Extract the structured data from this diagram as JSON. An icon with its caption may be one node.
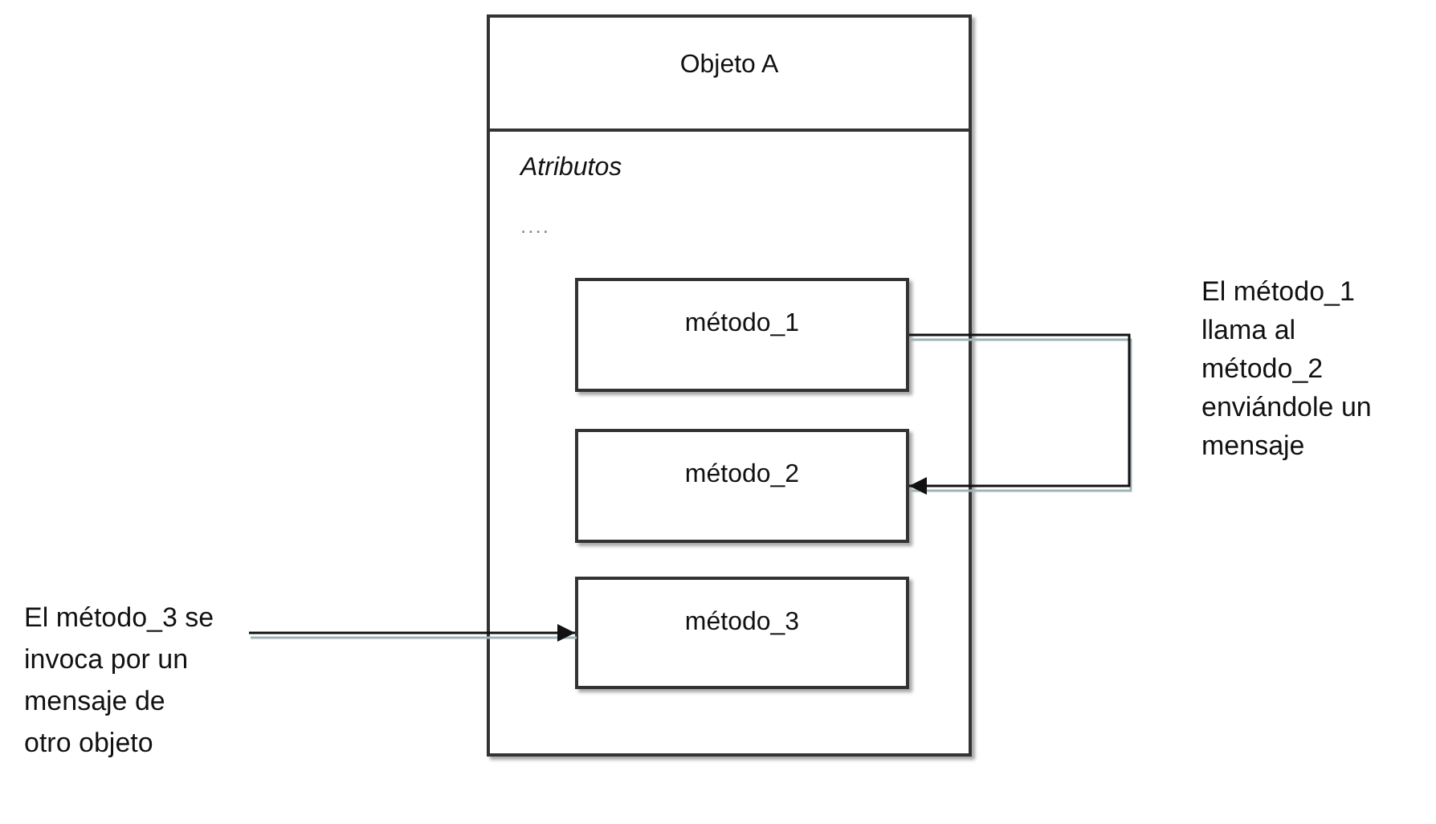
{
  "diagram": {
    "nodes": [
      {
        "text": [
          "Objeto A",
          "Atributos",
          "...."
        ]
      },
      {
        "text": [
          "método_1"
        ],
        "in": 0
      },
      {
        "text": [
          "método_2"
        ],
        "in": 0
      },
      {
        "text": [
          "método_3"
        ],
        "in": 0
      },
      {
        "text": [
          "El método_3 se invoca por un mensaje de otro objeto"
        ]
      }
    ],
    "edges": [
      {
        "from": 1,
        "to": 2,
        "arrow": "to"
      },
      {
        "from": 4,
        "to": 3,
        "arrow": "to"
      }
    ],
    "labels": [
      "El método_1 llama al método_2 enviándole un mensaje"
    ]
  }
}
